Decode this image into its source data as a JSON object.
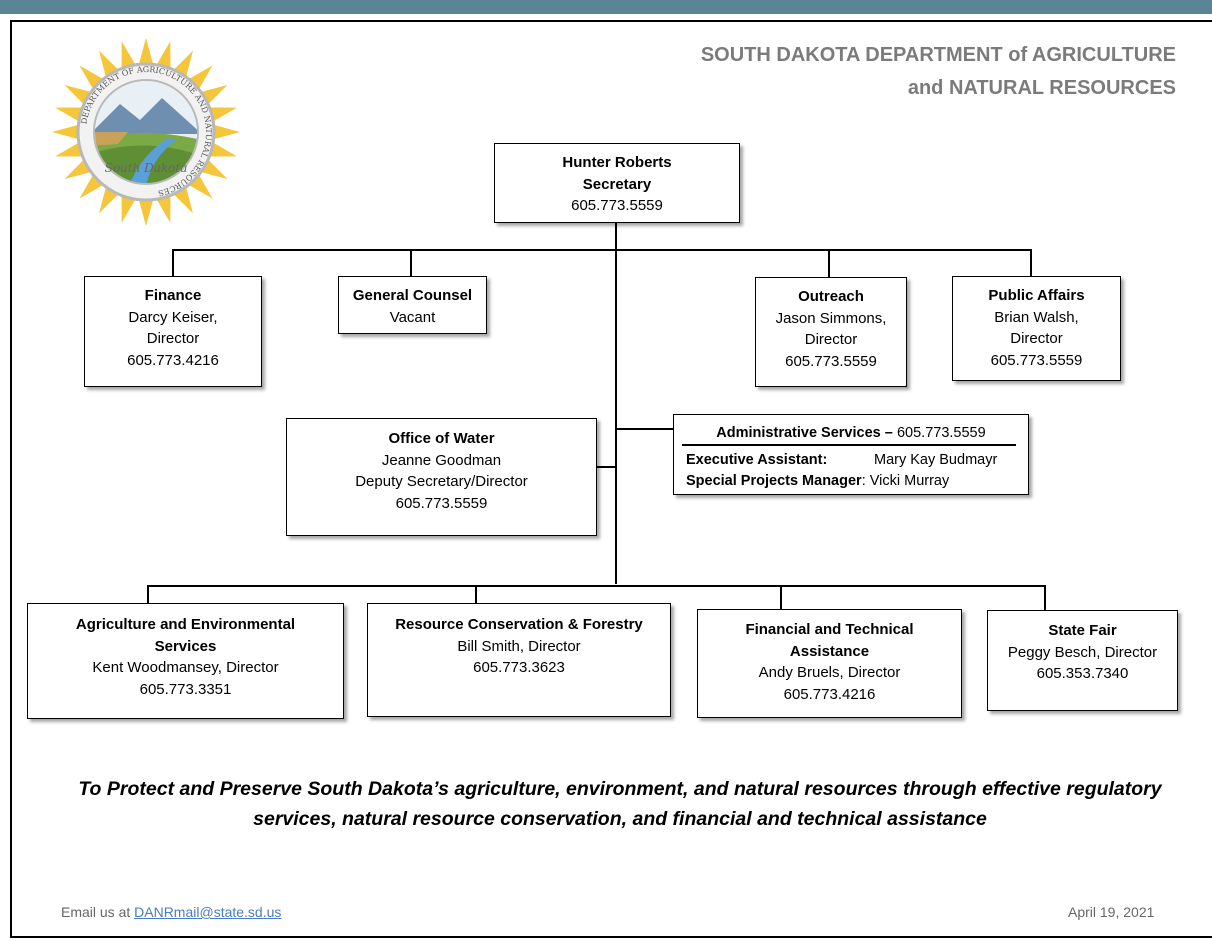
{
  "header": {
    "line1": "SOUTH DAKOTA DEPARTMENT of AGRICULTURE",
    "line2": "and NATURAL RESOURCES"
  },
  "logo": {
    "ring_text": "DEPARTMENT OF AGRICULTURE AND NATURAL RESOURCES",
    "script_text": "South Dakota"
  },
  "secretary": {
    "name": "Hunter Roberts",
    "title": "Secretary",
    "phone": "605.773.5559"
  },
  "finance": {
    "title": "Finance",
    "name": "Darcy Keiser,",
    "role": "Director",
    "phone": "605.773.4216"
  },
  "general_counsel": {
    "title": "General Counsel",
    "name": "Vacant"
  },
  "outreach": {
    "title": "Outreach",
    "name": "Jason Simmons,",
    "role": "Director",
    "phone": "605.773.5559"
  },
  "public_affairs": {
    "title": "Public Affairs",
    "name": "Brian Walsh,",
    "role": "Director",
    "phone": "605.773.5559"
  },
  "office_water": {
    "title": "Office of Water",
    "name": "Jeanne Goodman",
    "role": "Deputy Secretary/Director",
    "phone": "605.773.5559"
  },
  "admin_services": {
    "title": "Administrative Services –",
    "phone": "605.773.5559",
    "row1_label": "Executive Assistant:",
    "row1_value": "Mary Kay Budmayr",
    "row2_label": "Special Projects Manager",
    "row2_value": ": Vicki Murray"
  },
  "ag_env": {
    "title_line1": "Agriculture and Environmental",
    "title_line2": "Services",
    "name": "Kent Woodmansey,  Director",
    "phone": "605.773.3351"
  },
  "res_cons": {
    "title": "Resource Conservation & Forestry",
    "name": "Bill Smith, Director",
    "phone": "605.773.3623"
  },
  "fin_tech": {
    "title_line1": "Financial and Technical",
    "title_line2": "Assistance",
    "name": "Andy Bruels, Director",
    "phone": "605.773.4216"
  },
  "state_fair": {
    "title": "State Fair",
    "name": "Peggy Besch, Director",
    "phone": "605.353.7340"
  },
  "mission": {
    "line1": "To Protect and Preserve South Dakota’s agriculture, environment, and natural resources through effective regulatory",
    "line2": "services, natural resource conservation, and financial and technical assistance"
  },
  "footer": {
    "email_prefix": "Email us at ",
    "email": "DANRmail@state.sd.us",
    "date": "April 19, 2021"
  },
  "colors": {
    "topbar": "#5b8494",
    "header_gray": "#7b7b7b",
    "sun": "#f6c63a",
    "link": "#4a7cc0"
  }
}
